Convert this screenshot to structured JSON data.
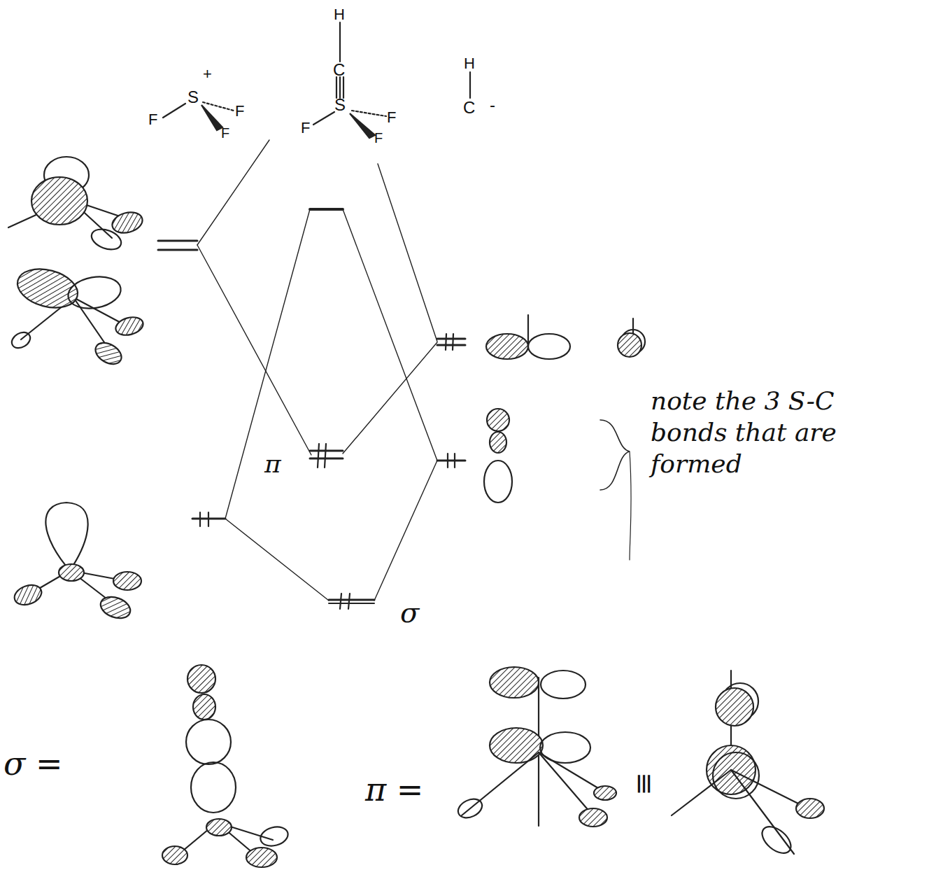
{
  "diagram": {
    "labels": [
      "+",
      "S",
      "F",
      "F",
      "F",
      "H",
      "C",
      "S",
      "F",
      "F",
      "F",
      "H",
      "C",
      "-",
      "π",
      "σ",
      "note the 3 S-C bonds that are formed",
      "σ =",
      "π =",
      "≡"
    ]
  }
}
